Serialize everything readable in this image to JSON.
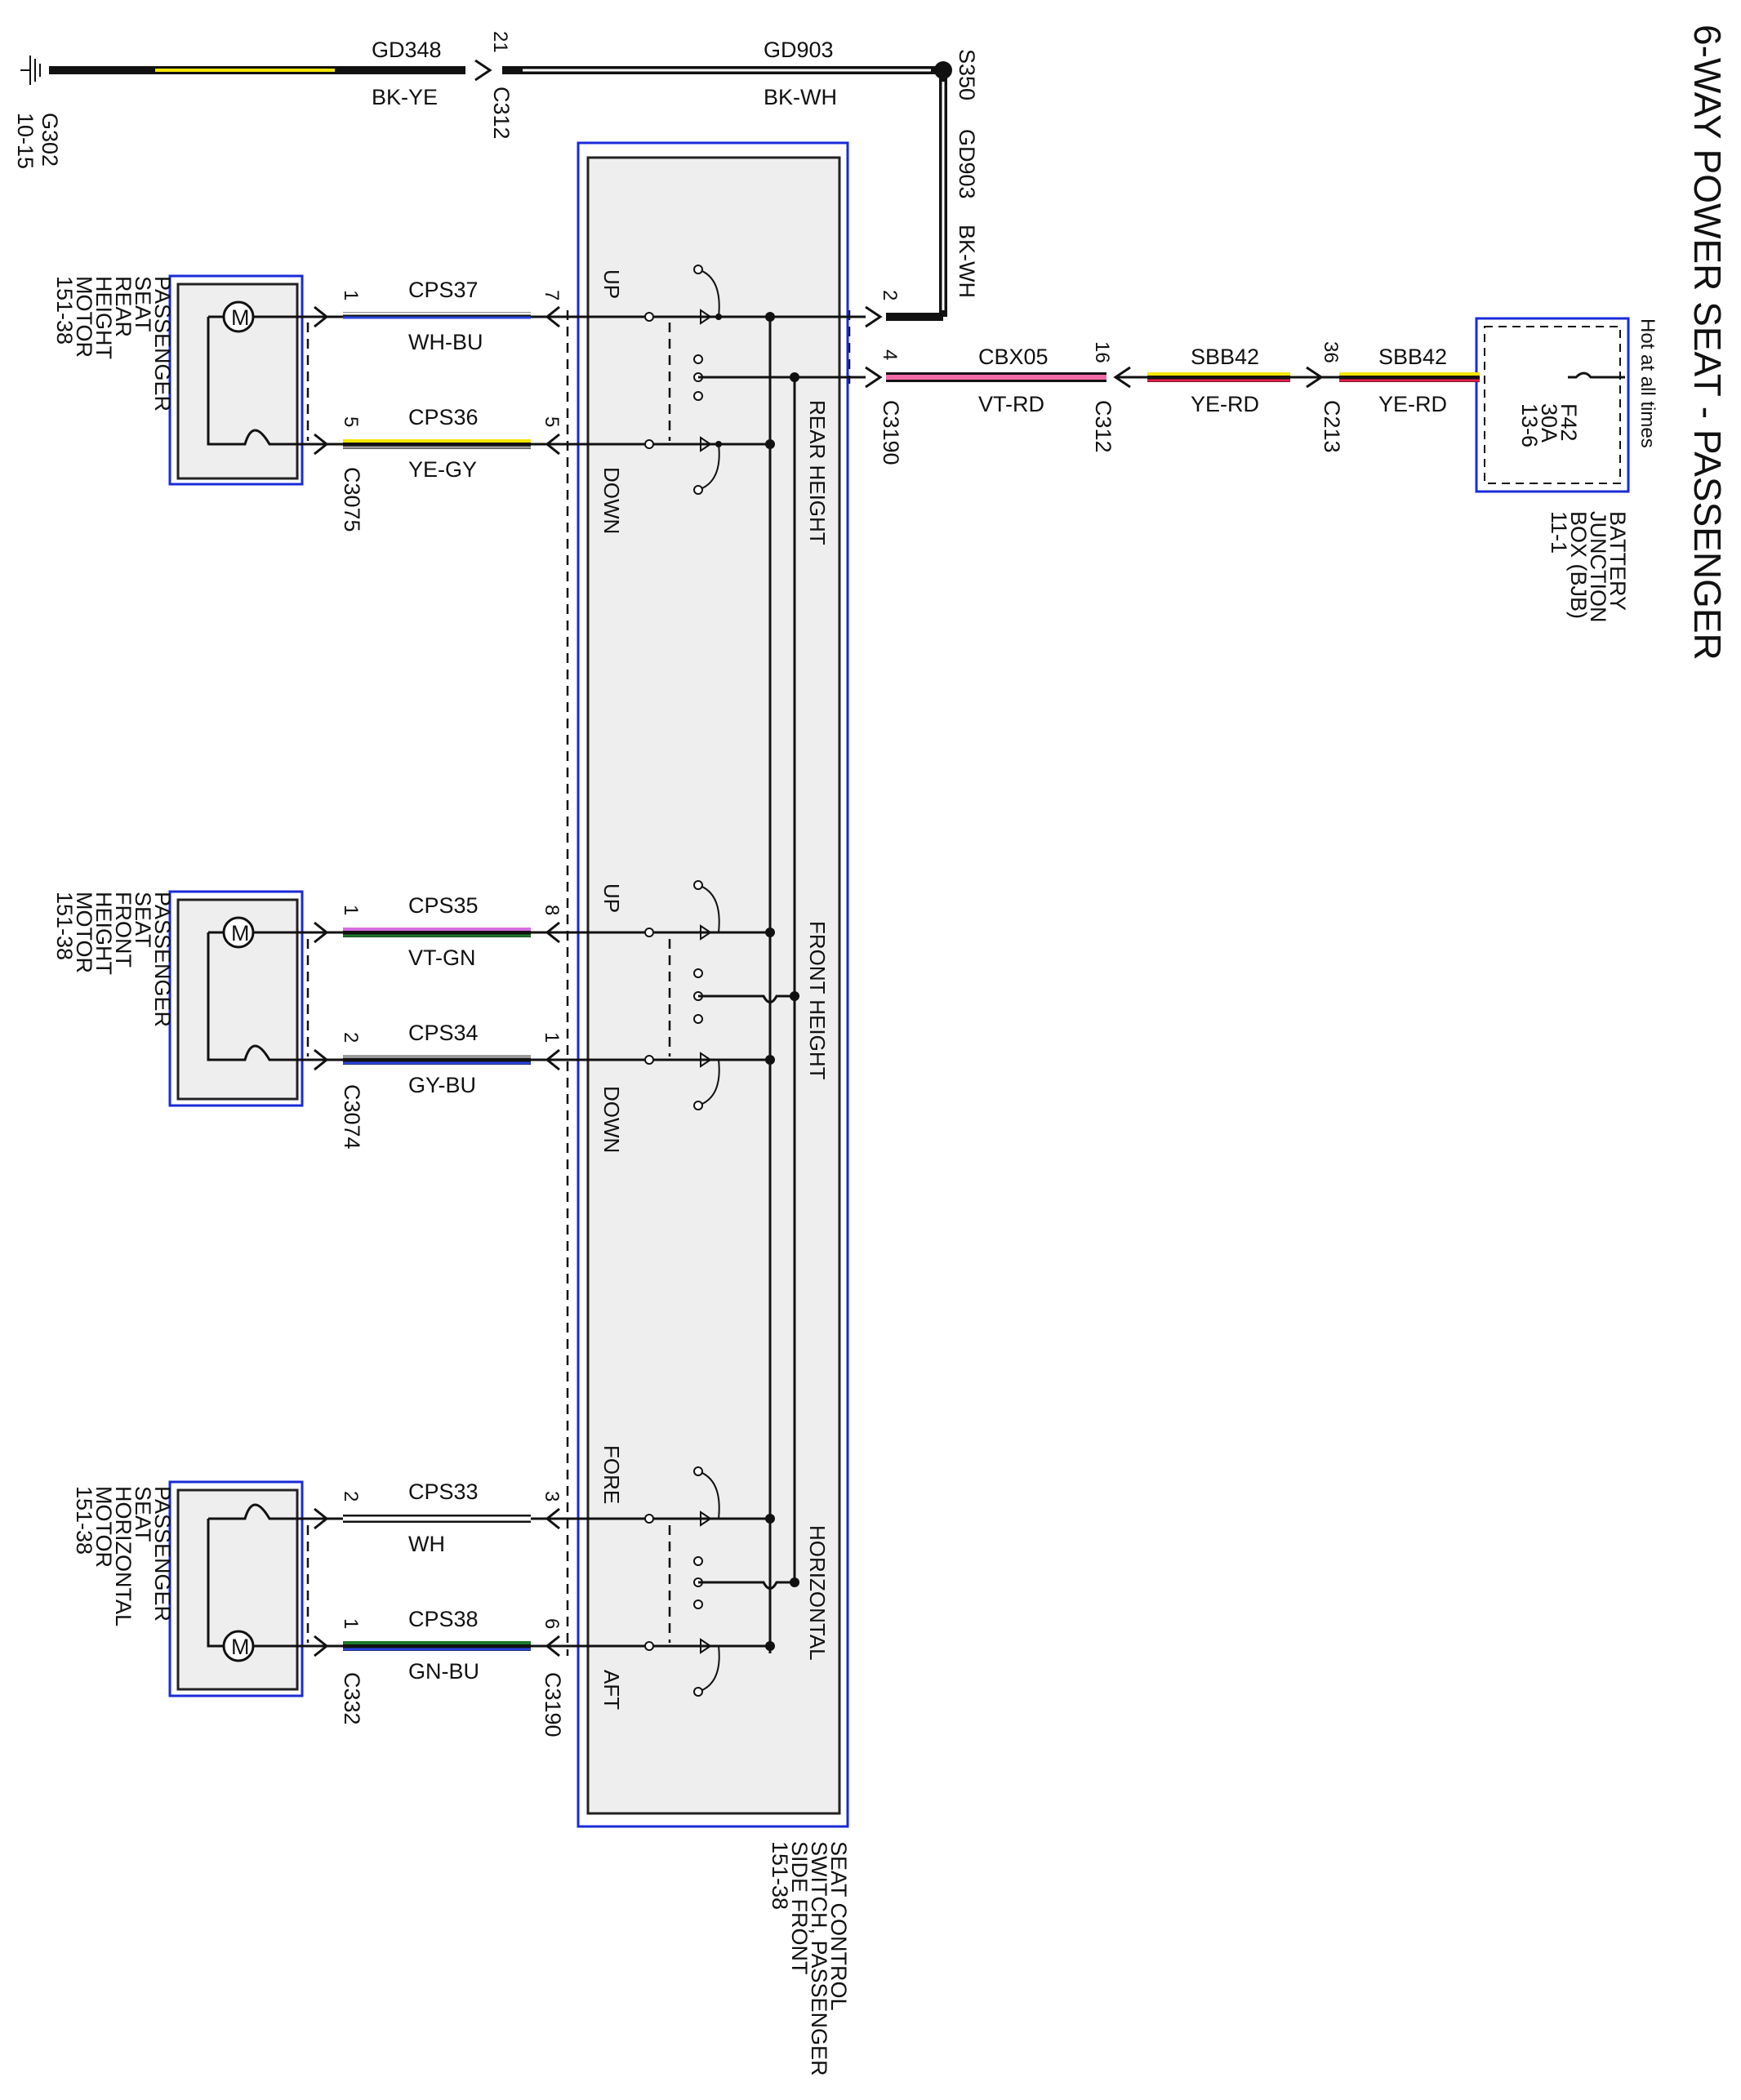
{
  "title": "6-WAY POWER SEAT - PASSENGER",
  "hot_at_all_times": "Hot at all times",
  "ground": {
    "id": "G302",
    "ref": "10-15"
  },
  "splice": "S350",
  "connectors": {
    "c312_top": "C312",
    "c312_pin": "21",
    "c3190": "C3190",
    "c3190_pin_gnd": "2",
    "c3190_pin_pwr": "4",
    "c312_pwr": "C312",
    "c312_pwr_pin": "16",
    "c213": "C213",
    "c213_pin": "36",
    "c3075": "C3075",
    "c3074": "C3074",
    "c332": "C332",
    "c3190_bottom": "C3190"
  },
  "wires": {
    "gd348": {
      "circuit": "GD348",
      "color": "BK-YE"
    },
    "gd903_h": {
      "circuit": "GD903",
      "color": "BK-WH"
    },
    "gd903_v": {
      "circuit": "GD903",
      "color": "BK-WH"
    },
    "cbx05": {
      "circuit": "CBX05",
      "color": "VT-RD"
    },
    "sbb42_a": {
      "circuit": "SBB42",
      "color": "YE-RD"
    },
    "sbb42_b": {
      "circuit": "SBB42",
      "color": "YE-RD"
    },
    "cps37": {
      "circuit": "CPS37",
      "color": "WH-BU",
      "motor_pin": "1",
      "switch_pin": "7"
    },
    "cps36": {
      "circuit": "CPS36",
      "color": "YE-GY",
      "motor_pin": "5",
      "switch_pin": "5"
    },
    "cps35": {
      "circuit": "CPS35",
      "color": "VT-GN",
      "motor_pin": "1",
      "switch_pin": "8"
    },
    "cps34": {
      "circuit": "CPS34",
      "color": "GY-BU",
      "motor_pin": "2",
      "switch_pin": "1"
    },
    "cps33": {
      "circuit": "CPS33",
      "color": "WH",
      "motor_pin": "2",
      "switch_pin": "3"
    },
    "cps38": {
      "circuit": "CPS38",
      "color": "GN-BU",
      "motor_pin": "1",
      "switch_pin": "6"
    }
  },
  "fuse": {
    "name": "F42",
    "rating": "30A",
    "ref": "13-6"
  },
  "bjb": {
    "line1": "BATTERY",
    "line2": "JUNCTION",
    "line3": "BOX (BJB)",
    "line4": "11-1"
  },
  "motors": {
    "rear": {
      "lines": [
        "PASSENGER",
        "SEAT",
        "REAR",
        "HEIGHT",
        "MOTOR",
        "151-38"
      ]
    },
    "front": {
      "lines": [
        "PASSENGER",
        "SEAT",
        "FRONT",
        "HEIGHT",
        "MOTOR",
        "151-38"
      ]
    },
    "horizontal": {
      "lines": [
        "PASSENGER",
        "SEAT",
        "HORIZONTAL",
        "MOTOR",
        "151-38"
      ]
    }
  },
  "motor_symbol": "M",
  "switch": {
    "lines": [
      "SEAT CONTROL",
      "SWITCH, PASSENGER",
      "SIDE FRONT",
      "151-38"
    ],
    "rear_height": "REAR HEIGHT",
    "front_height": "FRONT HEIGHT",
    "horizontal": "HORIZONTAL",
    "up1": "UP",
    "down1": "DOWN",
    "up2": "UP",
    "down2": "DOWN",
    "fore": "FORE",
    "aft": "AFT"
  },
  "colors": {
    "frame_blue": "#1a2bd8",
    "BK": "#111111",
    "YE": "#f2e600",
    "WH": "#ffffff",
    "BU": "#2a46e0",
    "GY": "#9a9a9a",
    "VT": "#d66de0",
    "GN": "#1d7a2b",
    "RD": "#e8204a",
    "PK": "#f06aa8"
  }
}
